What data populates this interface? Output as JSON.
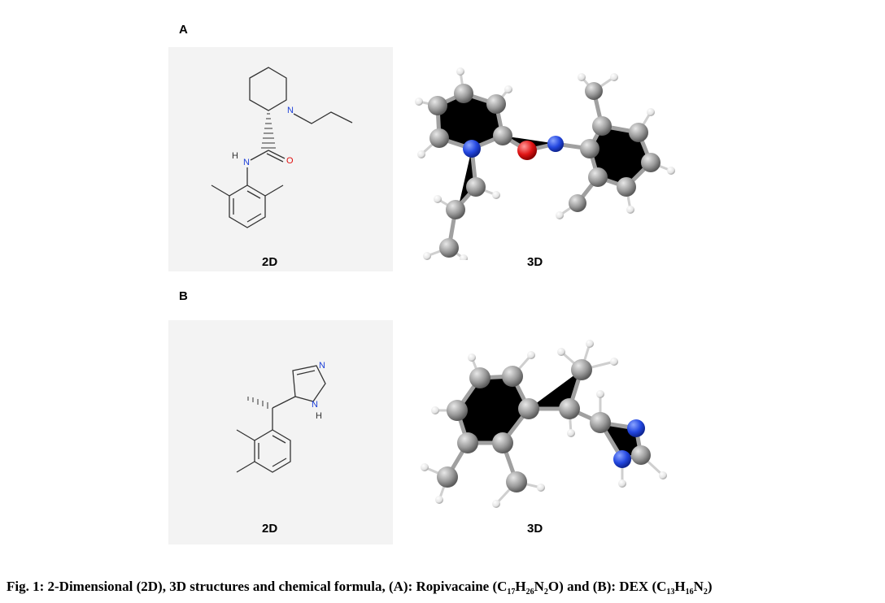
{
  "panelA": {
    "letter": "A",
    "label2d": "2D",
    "label3d": "3D",
    "atoms2d": {
      "N1": "N",
      "NH_H": "H",
      "NH_N": "N",
      "O": "O"
    }
  },
  "panelB": {
    "letter": "B",
    "label2d": "2D",
    "label3d": "3D",
    "atoms2d": {
      "N_top": "N",
      "NH_N": "N",
      "NH_H": "H"
    }
  },
  "caption": {
    "prefix": "Fig. 1: 2-Dimensional (2D), 3D structures and chemical formula, (A): Ropivacaine (",
    "f1": [
      "C",
      "17",
      "H",
      "26",
      "N",
      "2",
      "O"
    ],
    "mid": ") and (B): DEX (",
    "f2": [
      "C",
      "13",
      "H",
      "16",
      "N",
      "2"
    ],
    "suffix": ")"
  },
  "colors": {
    "carbon": "#8c8c8c",
    "nitrogen": "#1c3fd8",
    "oxygen": "#e01010",
    "hydrogen": "#f0f0f0",
    "bond": "#999999"
  }
}
